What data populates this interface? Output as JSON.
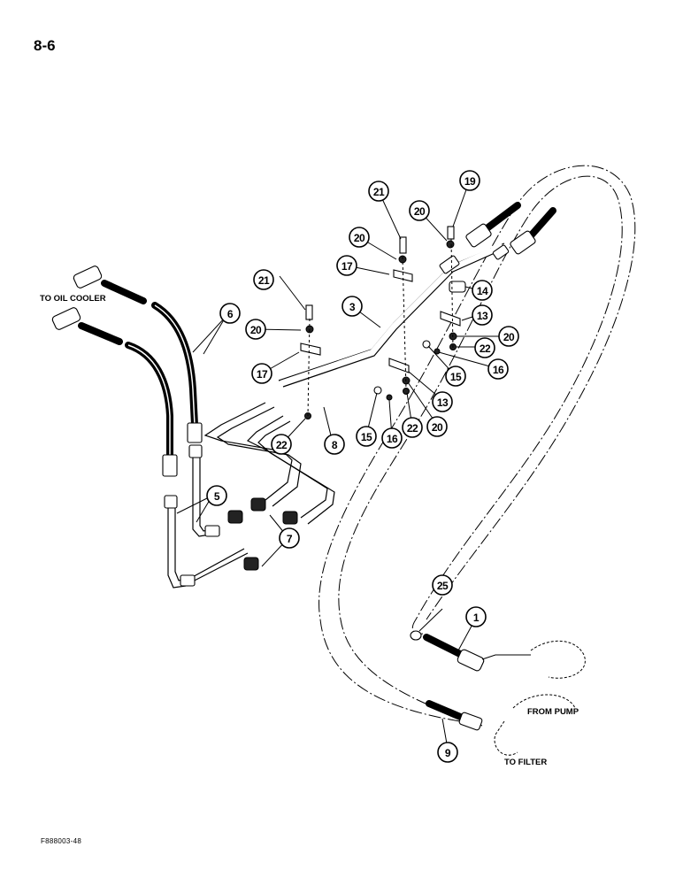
{
  "page": {
    "number": "8-6",
    "figure_code": "F888003-48"
  },
  "labels": {
    "to_oil_cooler": "TO OIL COOLER",
    "from_pump": "FROM PUMP",
    "to_filter": "TO FILTER"
  },
  "callouts": {
    "c1": "1",
    "c3": "3",
    "c5": "5",
    "c6": "6",
    "c7": "7",
    "c8": "8",
    "c9": "9",
    "c13a": "13",
    "c13b": "13",
    "c14": "14",
    "c15a": "15",
    "c15b": "15",
    "c16a": "16",
    "c16b": "16",
    "c17a": "17",
    "c17b": "17",
    "c19": "19",
    "c20a": "20",
    "c20b": "20",
    "c20c": "20",
    "c20d": "20",
    "c20e": "20",
    "c21a": "21",
    "c21b": "21",
    "c22a": "22",
    "c22b": "22",
    "c22c": "22",
    "c25": "25"
  }
}
